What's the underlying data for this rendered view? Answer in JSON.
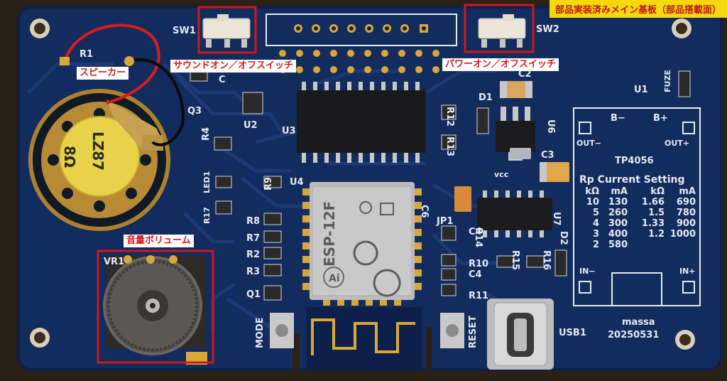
{
  "banner": "部品実装済みメイン基板（部品搭載面）",
  "callouts": {
    "speaker": "スピーカー",
    "sound_switch": "サウンドオン／オフスイッチ",
    "power_switch": "パワーオン／オフスイッチ",
    "volume": "音量ボリューム"
  },
  "silkscreen": {
    "sw1": "SW1",
    "sw2": "SW2",
    "r1": "R1",
    "r4": "R4",
    "r9": "R9",
    "r8": "R8",
    "r7": "R7",
    "r2": "R2",
    "r3": "R3",
    "r10": "R10",
    "r11": "R11",
    "r12": "R12",
    "r13": "R13",
    "r14": "R14",
    "r15": "R15",
    "r16": "R16",
    "r17": "R17",
    "led1": "LED1",
    "q1": "Q1",
    "q3": "Q3",
    "u1": "U1",
    "u2": "U2",
    "u3": "U3",
    "u4": "U4",
    "u6": "U6",
    "u7": "U7",
    "d1": "D1",
    "d2": "D2",
    "c": "C",
    "c2": "C2",
    "c3": "C3",
    "c4": "C4",
    "c6": "C6",
    "jp1": "JP1",
    "vr1": "VR1",
    "mode": "MODE",
    "reset": "RESET",
    "usb1": "USB1",
    "fuze": "FUZE",
    "vcc": "vcc",
    "author": "massa",
    "date": "20250531"
  },
  "tp4056": {
    "title": "TP4056",
    "b_minus": "B−",
    "b_plus": "B+",
    "out_minus": "OUT−",
    "out_plus": "OUT+",
    "in_minus": "IN−",
    "in_plus": "IN+",
    "table_title": "Rp Current Setting",
    "header": [
      "kΩ",
      "mA",
      "kΩ",
      "mA"
    ],
    "rows": [
      [
        "10",
        "130",
        "1.66",
        "690"
      ],
      [
        "5",
        "260",
        "1.5",
        "780"
      ],
      [
        "4",
        "300",
        "1.33",
        "900"
      ],
      [
        "3",
        "400",
        "1.2",
        "1000"
      ],
      [
        "2",
        "580",
        "",
        ""
      ]
    ]
  },
  "speaker_marking": {
    "line1": "8Ω",
    "line2": "LZ87"
  },
  "module": {
    "name": "ESP-12F",
    "brand": "Ai"
  },
  "colors": {
    "pcb": "#132c5e",
    "pcb_dark": "#0d2049",
    "trace": "#1d3c78",
    "silk": "#e6eaf2",
    "gold": "#d8a73a",
    "callout_red": "#d41c1c",
    "banner_yellow": "#f5d90f"
  }
}
